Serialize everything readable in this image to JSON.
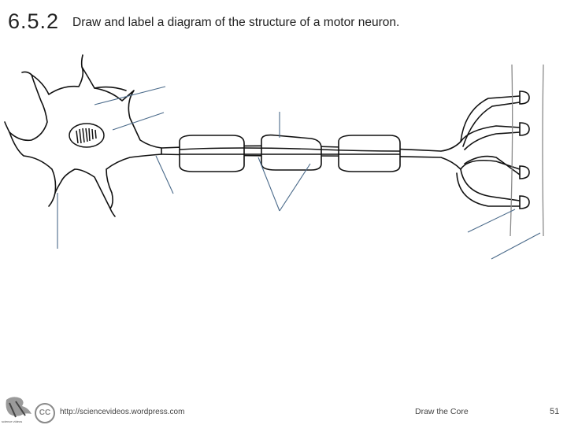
{
  "header": {
    "slide_number": "6.5.2",
    "title": "Draw and label a diagram of the structure of a motor neuron."
  },
  "footer": {
    "url": "http://sciencevideos.wordpress.com",
    "center": "Draw the Core",
    "page": "51",
    "cc": "CC",
    "logo_caption": "science videos"
  },
  "colors": {
    "line": "#111111",
    "label_line": "#4a6a8a",
    "muscle": "#8a8a8a"
  }
}
